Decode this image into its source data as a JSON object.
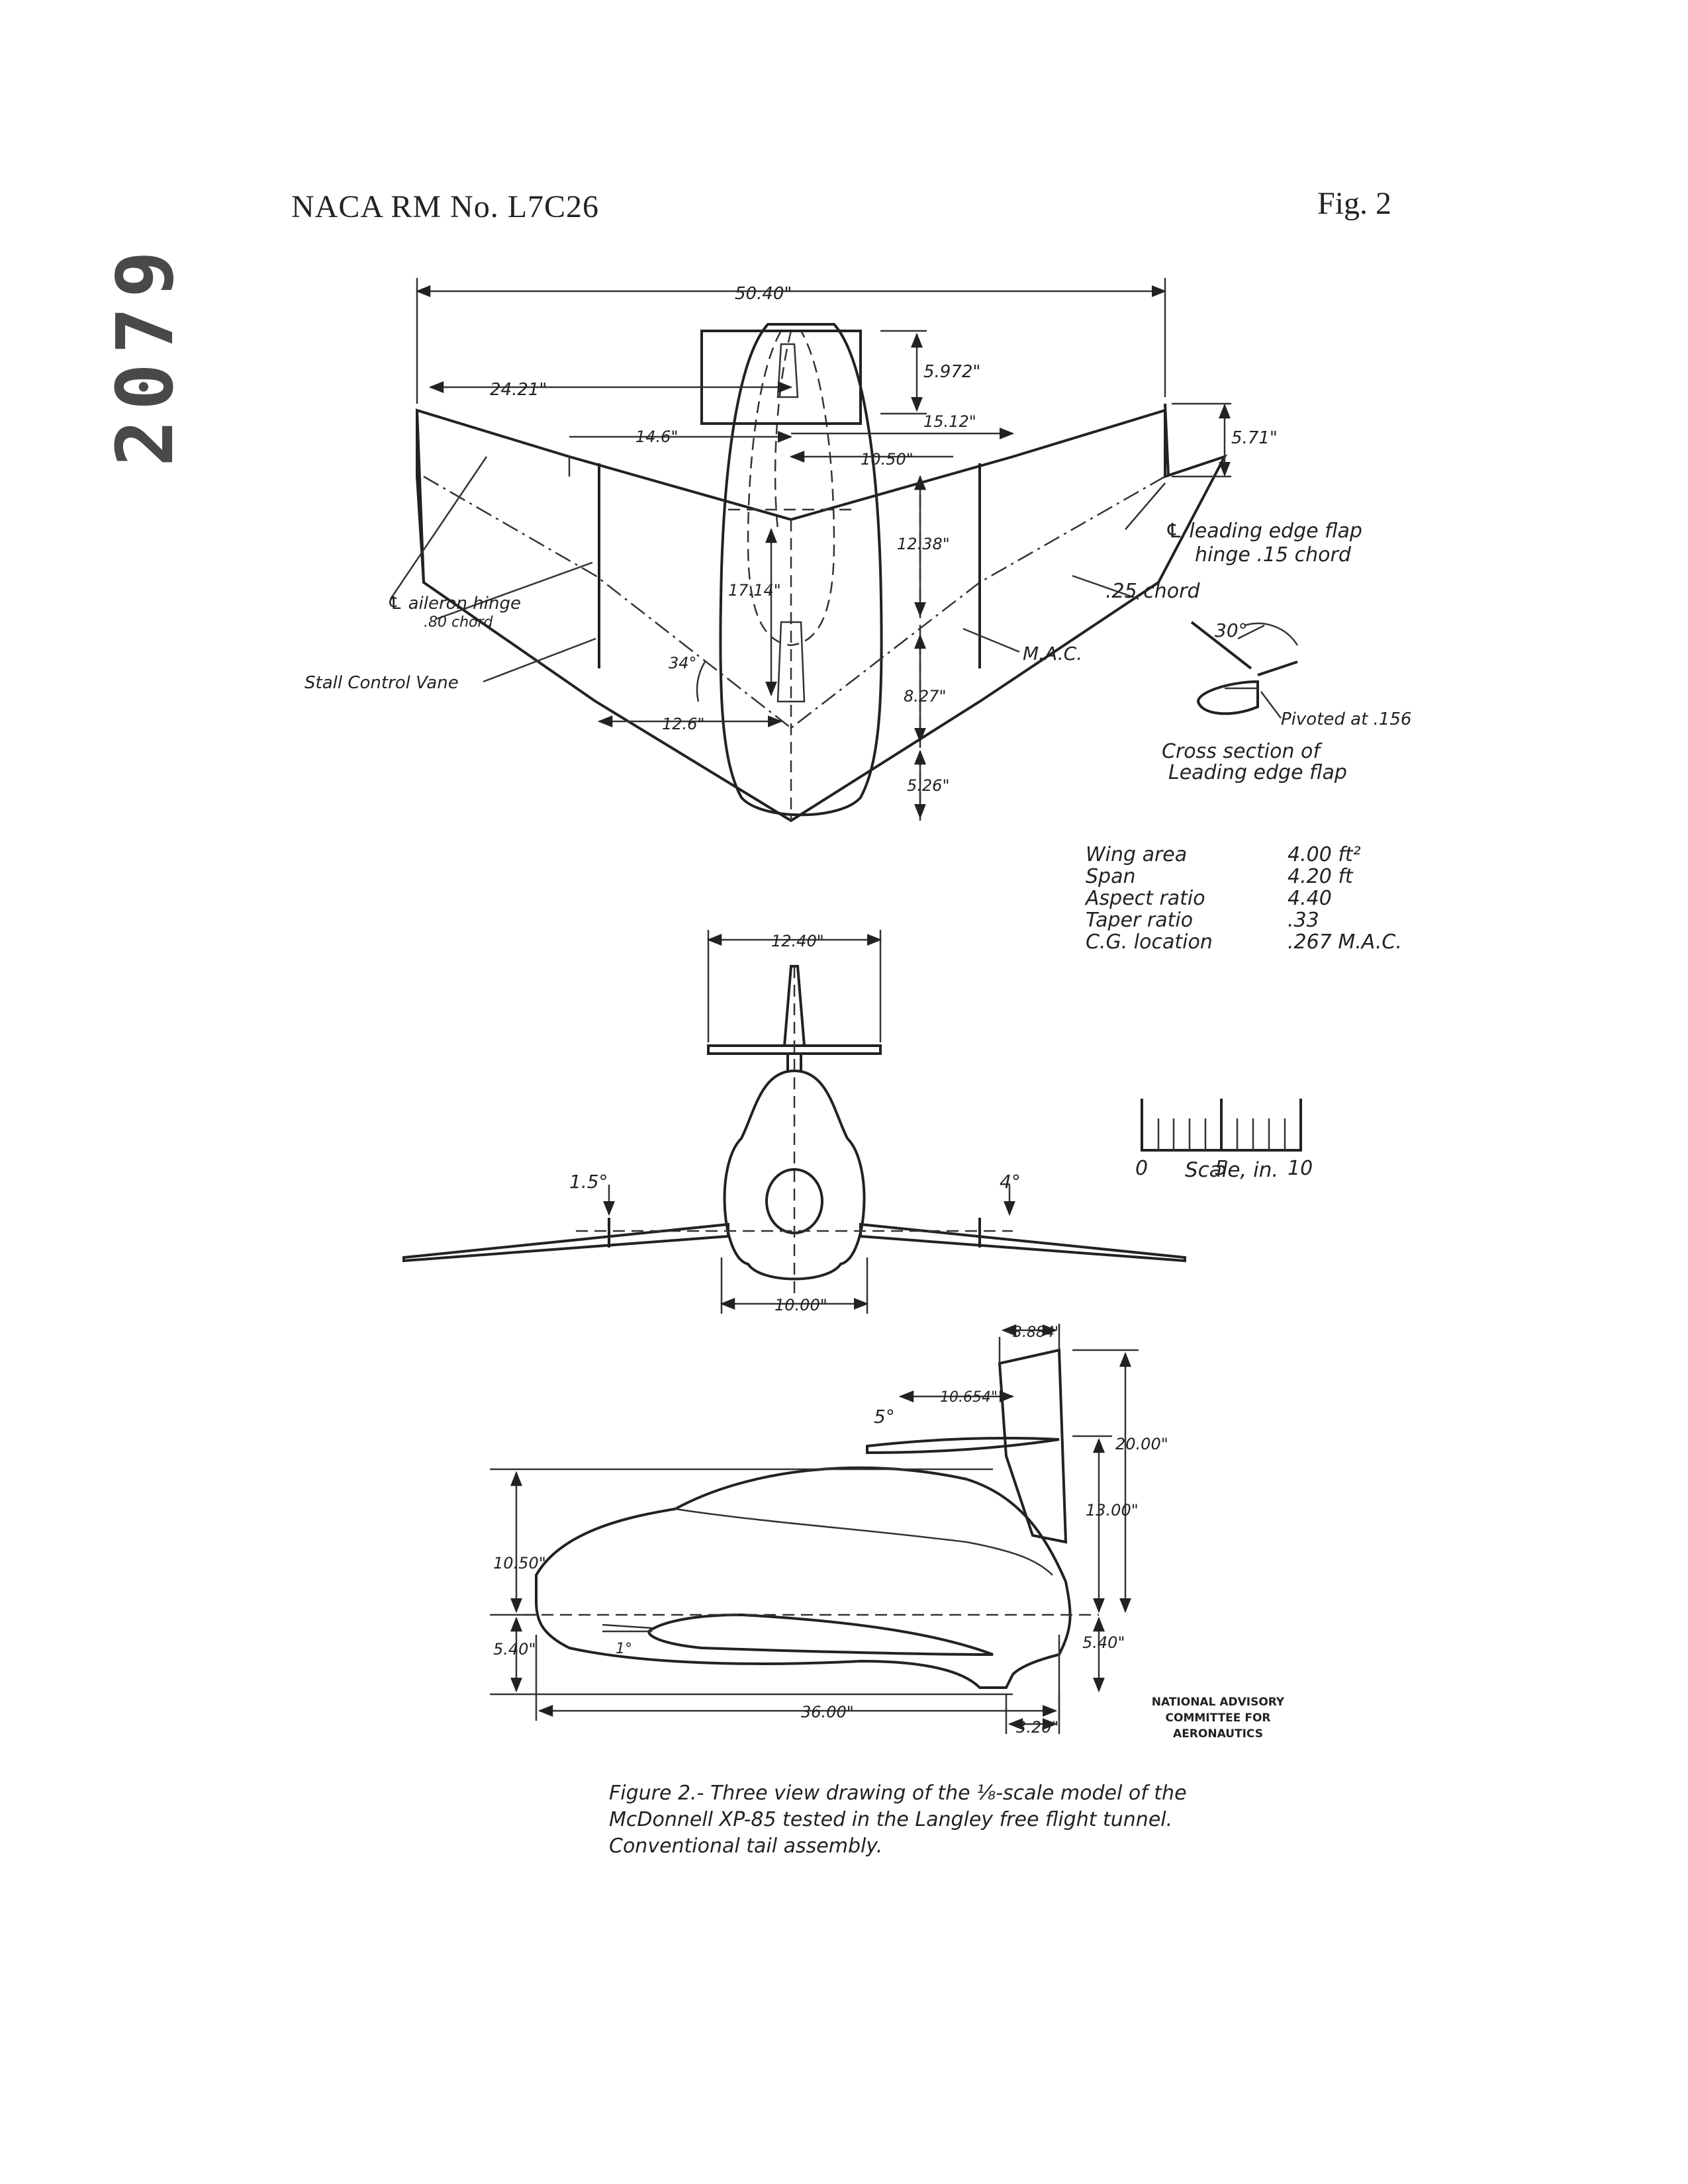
{
  "header": {
    "report": "NACA RM No. L7C26",
    "figure": "Fig. 2",
    "stamp": "2079"
  },
  "plan_view": {
    "span": "50.40\"",
    "half_span": "24.21\"",
    "tail_length": "5.972\"",
    "inner_offset": "14.6\"",
    "tip_offset": "15.12\"",
    "mid_offset": "10.50\"",
    "tip_chord": "5.71\"",
    "fuselage_mid": "17.14\"",
    "chord_station": "12.38\"",
    "lower_station": "8.27\"",
    "aft_station": "5.26\"",
    "vane_offset": "12.6\"",
    "sweep_angle": "34°",
    "labels": {
      "aileron_hinge": "℄ aileron hinge",
      "aileron_chord": ".80 chord",
      "stall_vane": "Stall Control Vane",
      "le_flap_1": "℄ leading edge flap",
      "le_flap_2": "hinge .15 chord",
      "quarter_chord": ".25 chord",
      "mac": "M.A.C."
    }
  },
  "flap_section": {
    "angle": "30°",
    "pivot": "Pivoted at .156",
    "title_1": "Cross section of",
    "title_2": "Leading edge flap"
  },
  "specs": [
    {
      "label": "Wing area",
      "value": "4.00 ft²"
    },
    {
      "label": "Span",
      "value": "4.20 ft"
    },
    {
      "label": "Aspect ratio",
      "value": "4.40"
    },
    {
      "label": "Taper ratio",
      "value": ".33"
    },
    {
      "label": "C.G. location",
      "value": ".267 M.A.C."
    }
  ],
  "scale": {
    "ticks": [
      "0",
      "5",
      "10"
    ],
    "label": "Scale, in."
  },
  "front_view": {
    "tail_span": "12.40\"",
    "left_dihedral": "1.5°",
    "right_dihedral": "4°",
    "body_width": "10.00\""
  },
  "side_view": {
    "fin_top": "3.884\"",
    "tail_chord": "10.654\"",
    "tail_incidence": "5°",
    "fin_height": "20.00\"",
    "fin_mid": "13.00\"",
    "body_upper": "10.50\"",
    "body_lower": "5.40\"",
    "aft_lower": "5.40\"",
    "wing_incidence": "1°",
    "body_length": "36.00\"",
    "tail_offset": "3.20\""
  },
  "naca_stamp": {
    "line1": "NATIONAL ADVISORY",
    "line2": "COMMITTEE FOR AERONAUTICS"
  },
  "caption": {
    "line1": "Figure 2.-    Three view drawing of the ⅛-scale model of the",
    "line2": "McDonnell XP-85 tested in the Langley free flight tunnel.",
    "line3": "Conventional tail assembly."
  }
}
